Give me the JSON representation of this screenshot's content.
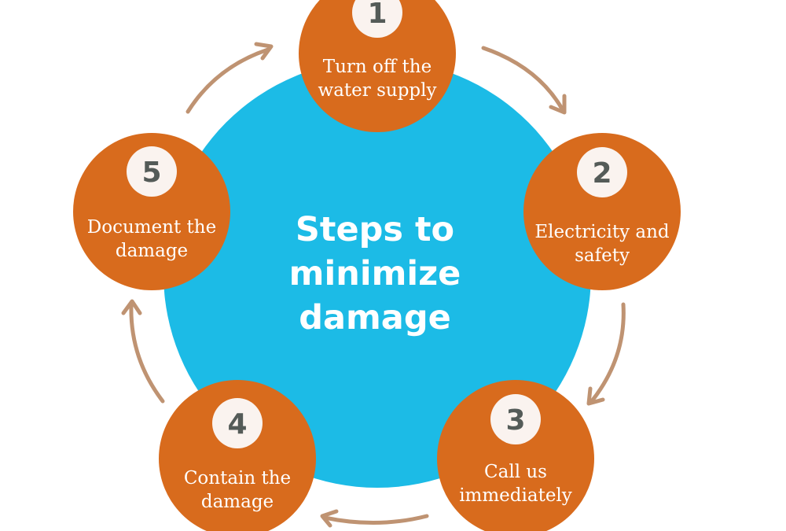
{
  "colors": {
    "hub": "#1cbbe6",
    "step": "#d86b1d",
    "badge": "#faf3ef",
    "badge_text": "#545b58",
    "arrow": "#bf9372",
    "text": "#ffffff"
  },
  "center": {
    "title_lines": [
      "Steps to",
      "minimize",
      "damage"
    ]
  },
  "steps": [
    {
      "number": "1",
      "label_lines": [
        "Turn off the",
        "water supply"
      ]
    },
    {
      "number": "2",
      "label_lines": [
        "Electricity and",
        "safety"
      ]
    },
    {
      "number": "3",
      "label_lines": [
        "Call us",
        "immediately"
      ]
    },
    {
      "number": "4",
      "label_lines": [
        "Contain the",
        "damage"
      ]
    },
    {
      "number": "5",
      "label_lines": [
        "Document the",
        "damage"
      ]
    }
  ],
  "arrows": [
    {
      "from": "1",
      "to": "2"
    },
    {
      "from": "2",
      "to": "3"
    },
    {
      "from": "3",
      "to": "4"
    },
    {
      "from": "4",
      "to": "5"
    },
    {
      "from": "5",
      "to": "1"
    }
  ]
}
